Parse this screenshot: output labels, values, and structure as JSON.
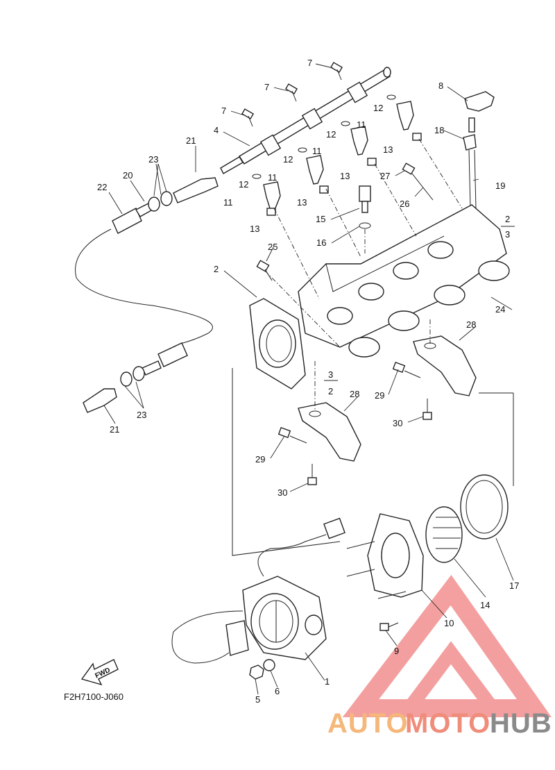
{
  "diagram": {
    "code": "F2H7100-J060",
    "fwd_label": "FWD",
    "callouts": [
      {
        "id": "c-7a",
        "text": "7"
      },
      {
        "id": "c-7b",
        "text": "7"
      },
      {
        "id": "c-7c",
        "text": "7"
      },
      {
        "id": "c-8",
        "text": "8"
      },
      {
        "id": "c-4",
        "text": "4"
      },
      {
        "id": "c-12a",
        "text": "12"
      },
      {
        "id": "c-12b",
        "text": "12"
      },
      {
        "id": "c-12c",
        "text": "12"
      },
      {
        "id": "c-12d",
        "text": "12"
      },
      {
        "id": "c-11a",
        "text": "11"
      },
      {
        "id": "c-11b",
        "text": "11"
      },
      {
        "id": "c-11c",
        "text": "11"
      },
      {
        "id": "c-11d",
        "text": "11"
      },
      {
        "id": "c-13a",
        "text": "13"
      },
      {
        "id": "c-13b",
        "text": "13"
      },
      {
        "id": "c-13c",
        "text": "13"
      },
      {
        "id": "c-13d",
        "text": "13"
      },
      {
        "id": "c-18",
        "text": "18"
      },
      {
        "id": "c-19",
        "text": "19"
      },
      {
        "id": "c-21a",
        "text": "21"
      },
      {
        "id": "c-21b",
        "text": "21"
      },
      {
        "id": "c-20",
        "text": "20"
      },
      {
        "id": "c-22",
        "text": "22"
      },
      {
        "id": "c-23a",
        "text": "23"
      },
      {
        "id": "c-23b",
        "text": "23"
      },
      {
        "id": "c-27",
        "text": "27"
      },
      {
        "id": "c-26",
        "text": "26"
      },
      {
        "id": "c-15",
        "text": "15"
      },
      {
        "id": "c-16",
        "text": "16"
      },
      {
        "id": "c-25",
        "text": "25"
      },
      {
        "id": "c-24",
        "text": "24"
      },
      {
        "id": "c-2a",
        "text": "2"
      },
      {
        "id": "c-2b",
        "text": "2"
      },
      {
        "id": "c-2c",
        "text": "2"
      },
      {
        "id": "c-3a",
        "text": "3"
      },
      {
        "id": "c-3b",
        "text": "3"
      },
      {
        "id": "c-28a",
        "text": "28"
      },
      {
        "id": "c-28b",
        "text": "28"
      },
      {
        "id": "c-29a",
        "text": "29"
      },
      {
        "id": "c-29b",
        "text": "29"
      },
      {
        "id": "c-30a",
        "text": "30"
      },
      {
        "id": "c-30b",
        "text": "30"
      },
      {
        "id": "c-1",
        "text": "1"
      },
      {
        "id": "c-5",
        "text": "5"
      },
      {
        "id": "c-6",
        "text": "6"
      },
      {
        "id": "c-9",
        "text": "9"
      },
      {
        "id": "c-10",
        "text": "10"
      },
      {
        "id": "c-14",
        "text": "14"
      },
      {
        "id": "c-17",
        "text": "17"
      }
    ]
  },
  "watermark": {
    "part1": "AUTO",
    "part2": "MOTO",
    "part3": "HUB",
    "color1": "#f5b77a",
    "color2": "#f08c7a",
    "color3": "#8a8a8a",
    "logo_color": "#f08080"
  }
}
